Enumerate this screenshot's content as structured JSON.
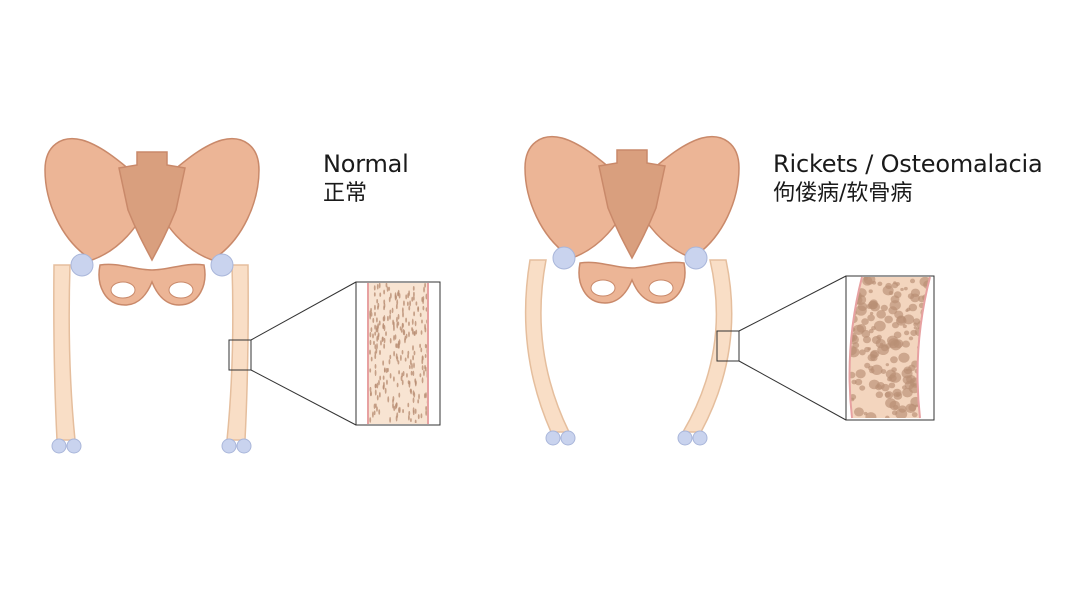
{
  "labels": {
    "normal_en": "Normal",
    "normal_zh": "正常",
    "rickets_en": "Rickets / Osteomalacia",
    "rickets_zh": "佝偻病/软骨病"
  },
  "colors": {
    "pelvis": "#ECB596",
    "pelvis_dark": "#D99F7E",
    "pelvis_outline": "#C9896A",
    "femur": "#F9DEC6",
    "femur_outline": "#E5BE9D",
    "cartilage": "#C9D3EE",
    "cortex_line": "#E7A1A1",
    "bone_fill": "#F8E4D2",
    "pore": "#B98F74"
  }
}
